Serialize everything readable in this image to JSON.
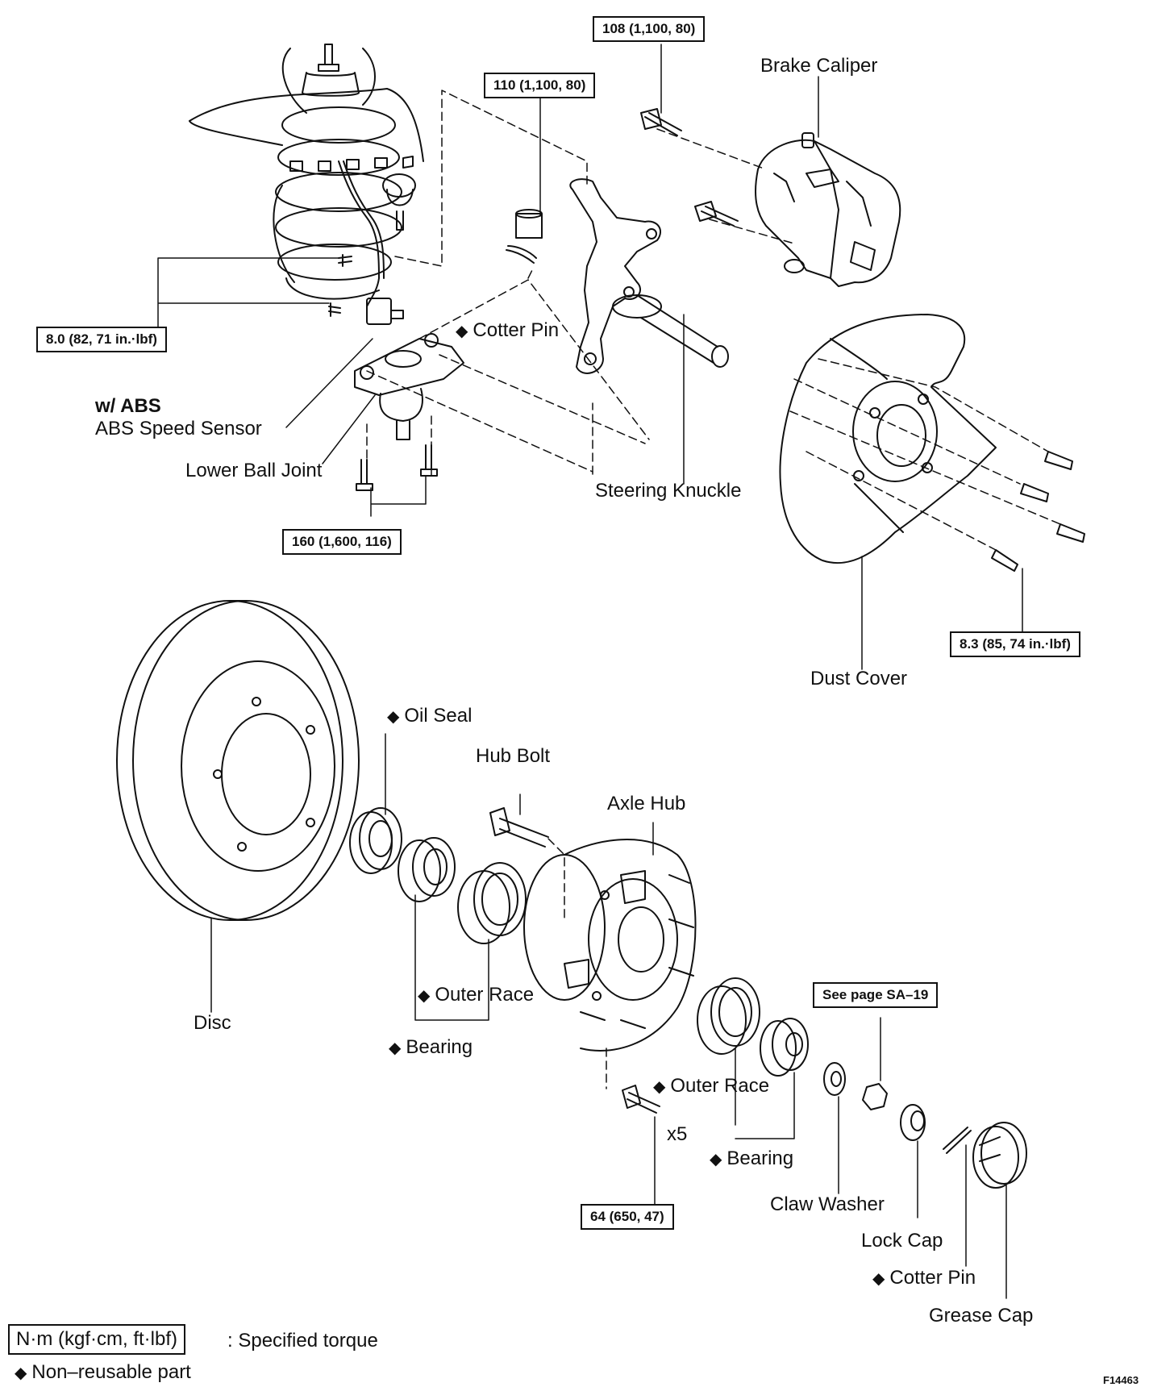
{
  "torque_specs": {
    "caliper_bolt": "108 (1,100, 80)",
    "knuckle_nut": "110 (1,100, 80)",
    "sensor_bolt": "8.0 (82, 71 in.·lbf)",
    "ball_joint_bolt": "160 (1,600, 116)",
    "dust_cover_bolt": "8.3 (85, 74 in.·lbf)",
    "hub_bolt_nut": "64 (650, 47)",
    "see_page": "See page SA–19"
  },
  "labels": {
    "brake_caliper": "Brake Caliper",
    "cotter_pin_top": "Cotter Pin",
    "w_abs": "w/  ABS",
    "abs_speed_sensor": "ABS Speed Sensor",
    "lower_ball_joint": "Lower Ball Joint",
    "steering_knuckle": "Steering Knuckle",
    "dust_cover": "Dust Cover",
    "oil_seal": "Oil Seal",
    "hub_bolt": "Hub Bolt",
    "axle_hub": "Axle Hub",
    "disc": "Disc",
    "outer_race_left": "Outer Race",
    "bearing_left": "Bearing",
    "outer_race_right": "Outer Race",
    "x5": "x5",
    "bearing_right": "Bearing",
    "claw_washer": "Claw Washer",
    "lock_cap": "Lock Cap",
    "cotter_pin_bottom": "Cotter Pin",
    "grease_cap": "Grease Cap"
  },
  "markers": {
    "non_reusable_symbol": "◆"
  },
  "legend": {
    "unit_box": "N·m (kgf·cm, ft·lbf)",
    "unit_desc": ": Specified torque",
    "non_reusable": "Non–reusable part"
  },
  "figure_id": "F14463"
}
